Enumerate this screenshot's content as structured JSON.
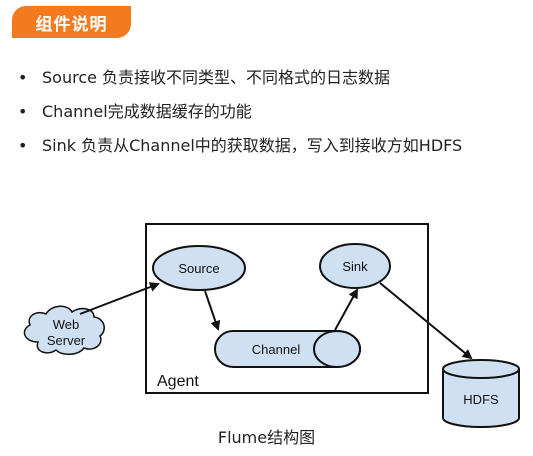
{
  "header": {
    "title": "组件说明"
  },
  "bullets": [
    "Source 负责接收不同类型、不同格式的日志数据",
    "Channel完成数据缓存的功能",
    "Sink 负责从Channel中的获取数据，写入到接收方如HDFS"
  ],
  "diagram": {
    "agent_label": "Agent",
    "source_label": "Source",
    "sink_label": "Sink",
    "channel_label": "Channel",
    "web_server_label_line1": "Web",
    "web_server_label_line2": "Server",
    "hdfs_label": "HDFS",
    "node_fill": "#cfe0f3",
    "caption": "Flume结构图"
  },
  "colors": {
    "accent": "#f47a1f"
  }
}
